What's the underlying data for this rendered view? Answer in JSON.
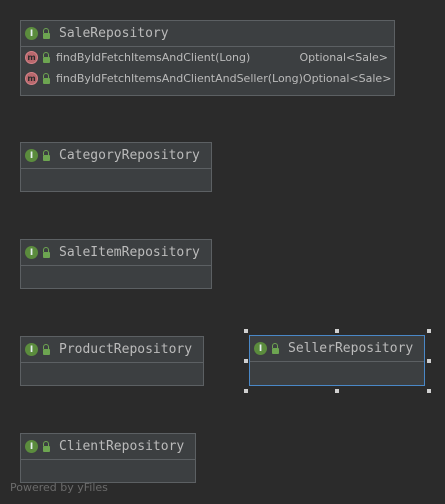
{
  "nodes": {
    "sale": {
      "name": "SaleRepository",
      "icon": "interface-icon",
      "icon_letter": "I",
      "methods": [
        {
          "name": "findByIdFetchItemsAndClient(Long)",
          "type": "Optional<Sale>",
          "icon_letter": "m"
        },
        {
          "name": "findByIdFetchItemsAndClientAndSeller(Long)",
          "type": "Optional<Sale>",
          "icon_letter": "m"
        }
      ]
    },
    "category": {
      "name": "CategoryRepository",
      "icon_letter": "I"
    },
    "sale_item": {
      "name": "SaleItemRepository",
      "icon_letter": "I"
    },
    "product": {
      "name": "ProductRepository",
      "icon_letter": "I"
    },
    "seller": {
      "name": "SellerRepository",
      "icon_letter": "I",
      "selected": true
    },
    "client": {
      "name": "ClientRepository",
      "icon_letter": "I"
    }
  },
  "colors": {
    "background": "#2b2b2b",
    "node_fill": "#3c3f41",
    "selection_border": "#4a88c7",
    "interface_icon": "#5b8c3d",
    "method_icon": "#b9686d"
  },
  "watermark": "Powered by yFiles"
}
